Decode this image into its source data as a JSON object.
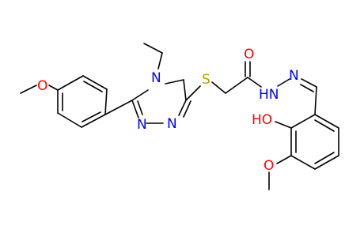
{
  "molecule": {
    "atom_labels": {
      "o_methoxy_left": "O",
      "n_ethyl": "N",
      "n_ring_1": "N",
      "n_ring_2": "N",
      "s_thioether": "S",
      "o_carbonyl": "O",
      "nh_hydrazide": "HN",
      "n_imine": "N",
      "oh_phenol": "HO",
      "o_methoxy_bottom": "O"
    },
    "colors": {
      "carbon_bonds": "#000000",
      "nitrogen": "#0000ff",
      "oxygen": "#ff0000",
      "sulfur": "#b8a200"
    }
  }
}
